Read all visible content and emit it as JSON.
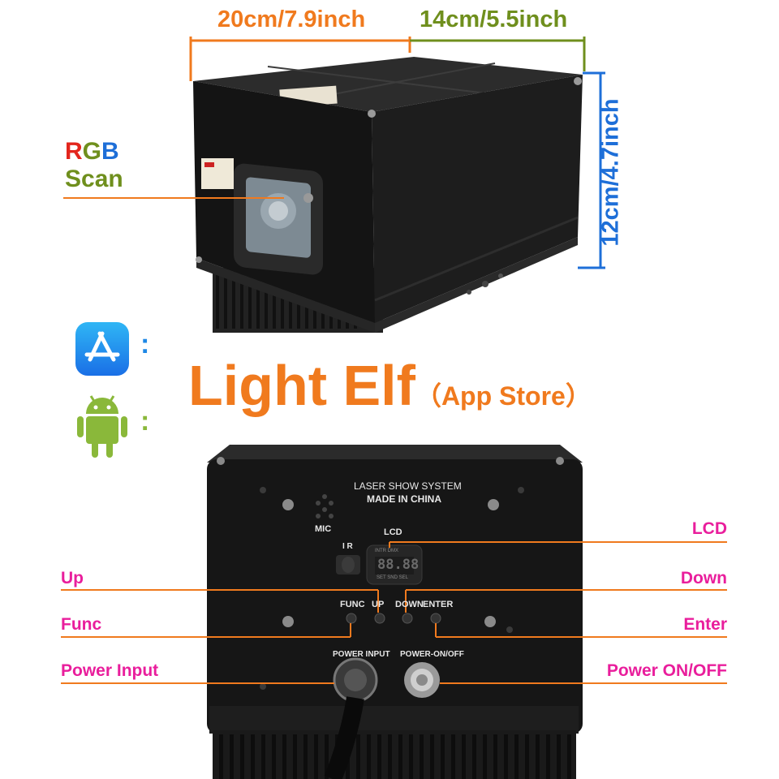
{
  "dimensions": {
    "length": "20cm/7.9inch",
    "width": "14cm/5.5inch",
    "height": "12cm/4.7inch"
  },
  "colors": {
    "orange": "#f07a1e",
    "green": "#6f8f1d",
    "blue": "#1e6fd8",
    "magenta": "#e91e9c",
    "red": "#e3261d"
  },
  "rgb_label": {
    "r": "R",
    "g": "G",
    "b": "B",
    "scan": "Scan"
  },
  "app": {
    "name": "Light Elf",
    "store": "（App Store）",
    "colon_ios": ":",
    "colon_android": ":",
    "ios_icon": "app-store-icon",
    "android_icon": "android-icon"
  },
  "panel": {
    "title": "LASER SHOW SYSTEM",
    "made_in": "MADE IN CHINA",
    "mic": "MIC",
    "ir": "I R",
    "lcd": "LCD",
    "lcd_top": "INTR DMX",
    "lcd_bottom": "SET SND SEL",
    "lcd_digits": "88.88",
    "func": "FUNC",
    "up": "UP",
    "down": "DOWN",
    "enter": "ENTER",
    "power_input": "POWER INPUT",
    "power_onoff": "POWER-ON/OFF"
  },
  "callouts": {
    "lcd": "LCD",
    "up": "Up",
    "down": "Down",
    "func": "Func",
    "enter": "Enter",
    "power_input": "Power Input",
    "power_onoff": "Power ON/OFF"
  }
}
